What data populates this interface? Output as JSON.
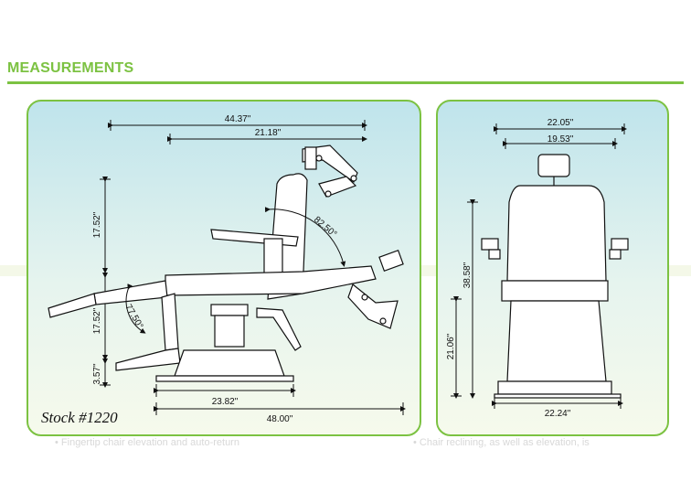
{
  "section_title": "MEASUREMENTS",
  "stock_label": "Stock #1220",
  "side_view": {
    "overall_length": "44.37\"",
    "backrest_span": "21.18\"",
    "back_height": "17.52\"",
    "seat_height": "17.52\"",
    "footrest_height": "3.57\"",
    "base_width": "23.82\"",
    "extended_length": "48.00\"",
    "back_angle": "82.50°",
    "leg_angle": "77.50°"
  },
  "front_view": {
    "outer_width": "22.05\"",
    "inner_width": "19.53\"",
    "total_height": "38.58\"",
    "seat_height": "21.06\"",
    "base_width": "22.24\""
  },
  "faint_text": {
    "left_caption": "• Fingertip chair elevation and auto-return",
    "right_caption": "• Chair reclining, as well as elevation, is"
  }
}
